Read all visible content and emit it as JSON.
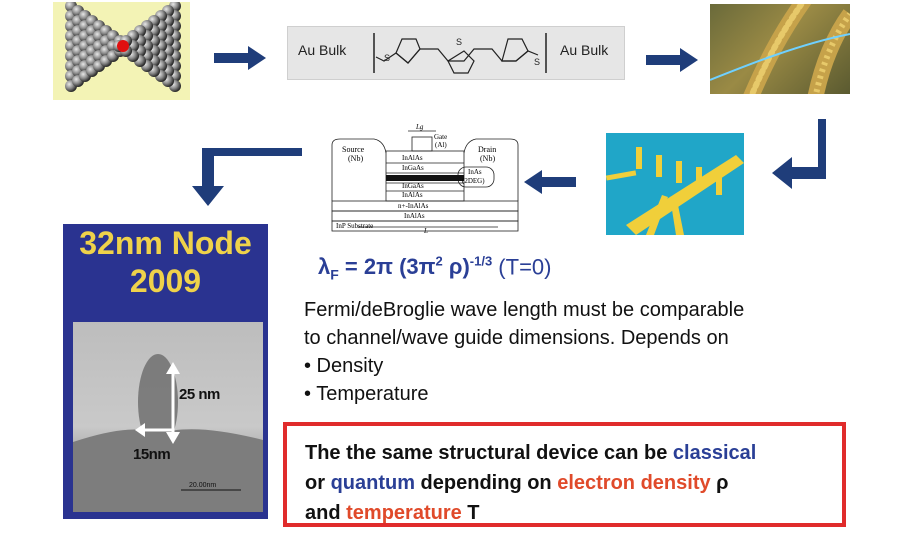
{
  "molecule": {
    "left_label": "Au Bulk",
    "right_label": "Au Bulk",
    "sulfur": "S"
  },
  "heterostructure": {
    "source": "Source",
    "source_sub": "(Nb)",
    "drain": "Drain",
    "drain_sub": "(Nb)",
    "gate_len": "Lg",
    "gate": "Gate",
    "gate_sub": "(Al)",
    "layers": [
      "InAlAs",
      "InGaAs",
      "InGaAs",
      "InAlAs",
      "n+-InAlAs",
      "InAlAs"
    ],
    "channel": "InAs",
    "channel_sub": "(2DEG)",
    "substrate": "InP Substrate",
    "length": "L"
  },
  "tem": {
    "title_line1": "32nm Node",
    "title_line2": "2009",
    "height_label": "25 nm",
    "width_label": "15nm",
    "scale_label": "20.00nm"
  },
  "formula": {
    "lhs": "λ",
    "lhs_sub": "F",
    "eq": " = 2π (3π",
    "sq": "2",
    "rho": " ρ)",
    "exp": "-1/3",
    "cond": " (T=0)"
  },
  "description": {
    "line1": "Fermi/deBroglie wave length must be comparable",
    "line2": "to channel/wave guide dimensions. Depends on",
    "bullet1": "• Density",
    "bullet2": "• Temperature"
  },
  "callout": {
    "l1_a": "The the same structural device can be ",
    "l1_b": "classical",
    "l2_a": "or ",
    "l2_b": "quantum",
    "l2_c": " depending on ",
    "l2_d": "electron density",
    "l2_e": " ρ",
    "l3_a": "and ",
    "l3_b": "temperature",
    "l3_c": " T"
  },
  "colors": {
    "arrow": "#1f3d7a",
    "accent_blue": "#2a3f96",
    "accent_red": "#e04a2a",
    "box_border": "#e02b2b",
    "tem_title": "#efd24a"
  }
}
